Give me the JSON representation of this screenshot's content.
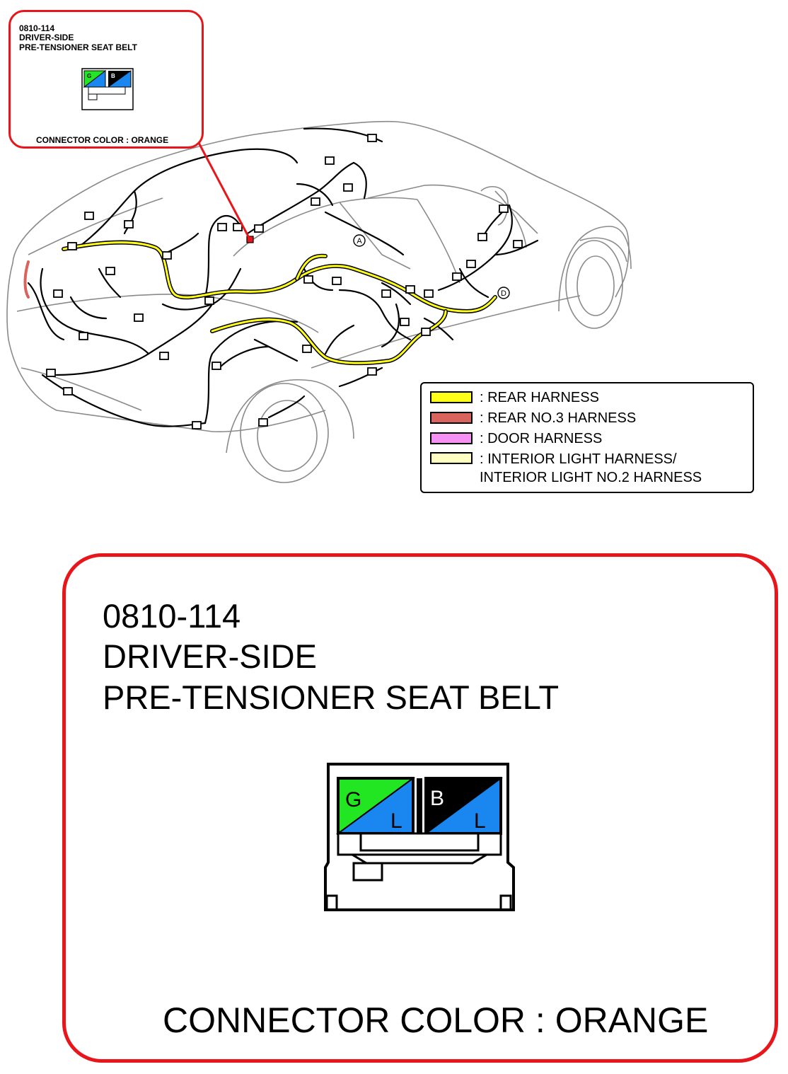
{
  "callout_small": {
    "code": "0810-114",
    "line1": "DRIVER-SIDE",
    "line2": "PRE-TENSIONER SEAT BELT",
    "connector_color": "CONNECTOR COLOR : ORANGE"
  },
  "callout_big": {
    "code": "0810-114",
    "line1": "DRIVER-SIDE",
    "line2": "PRE-TENSIONER SEAT BELT",
    "connector_color": "CONNECTOR COLOR : ORANGE"
  },
  "connector_pins": [
    {
      "top_letter": "G",
      "bottom_letter": "L",
      "top_color": "#22e622",
      "bottom_color": "#1a86ef",
      "top_text_color": "#000000"
    },
    {
      "top_letter": "B",
      "bottom_letter": "L",
      "top_color": "#000000",
      "bottom_color": "#1a86ef",
      "top_text_color": "#ffffff"
    }
  ],
  "markers": {
    "a": "A",
    "d": "D"
  },
  "legend": {
    "items": [
      {
        "label": ": REAR HARNESS",
        "color": "#ffff1a"
      },
      {
        "label": ": REAR NO.3 HARNESS",
        "color": "#d9645e"
      },
      {
        "label": ": DOOR HARNESS",
        "color": "#f591f2"
      },
      {
        "label": ": INTERIOR LIGHT HARNESS/\nINTERIOR LIGHT NO.2 HARNESS",
        "color": "#ffffc4"
      }
    ]
  },
  "colors": {
    "callout_border": "#e8161b",
    "rear_harness": "#ffff1a",
    "rear_no3_harness": "#d9645e",
    "wire": "#000000"
  }
}
